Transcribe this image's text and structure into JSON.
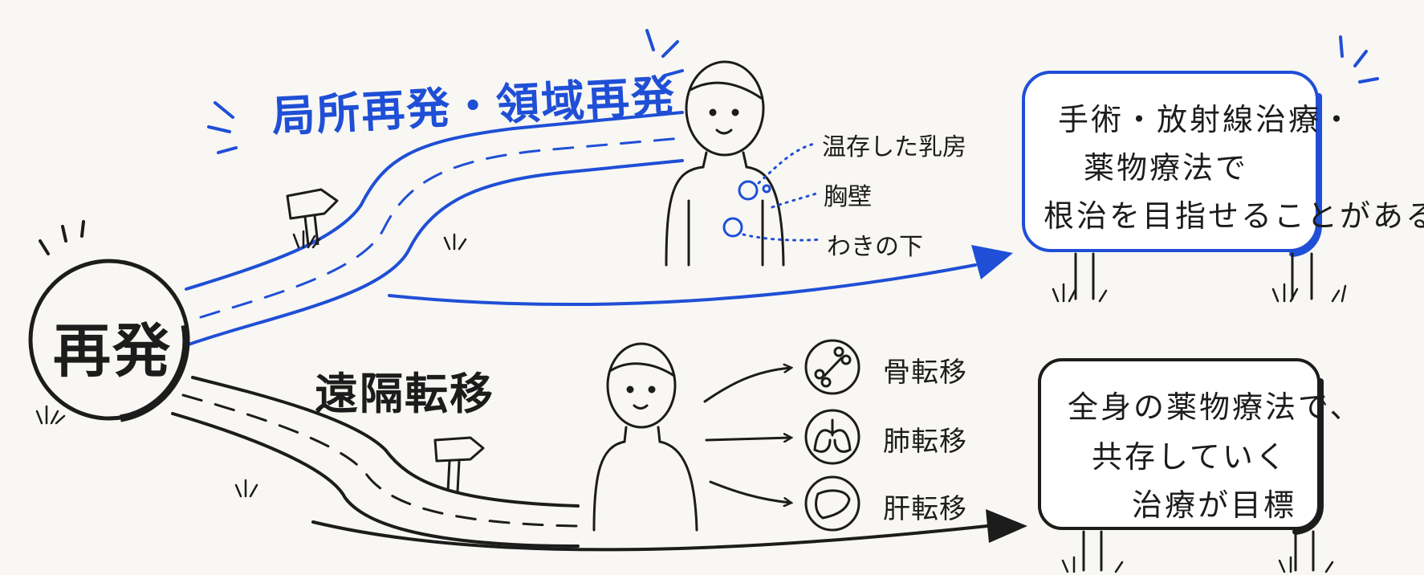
{
  "center": {
    "label": "再発"
  },
  "local_route": {
    "title": "局所再発・領域再発",
    "sites": [
      "温存した乳房",
      "胸壁",
      "わきの下"
    ],
    "sign": {
      "lines": [
        "手術・放射線治療・",
        "薬物療法で",
        "根治を目指せることがある"
      ]
    }
  },
  "distant_route": {
    "title": "遠隔転移",
    "metastases": [
      "骨転移",
      "肺転移",
      "肝転移"
    ],
    "sign": {
      "lines": [
        "全身の薬物療法で、",
        "共存していく",
        "治療が目標"
      ]
    }
  },
  "colors": {
    "accent_blue": "#1f4fd6",
    "ink": "#1c1c1c",
    "background": "#f8f7f3"
  },
  "icons": [
    "bone-icon",
    "lungs-icon",
    "liver-icon",
    "signpost-icon",
    "grass-icon",
    "person-figure"
  ]
}
